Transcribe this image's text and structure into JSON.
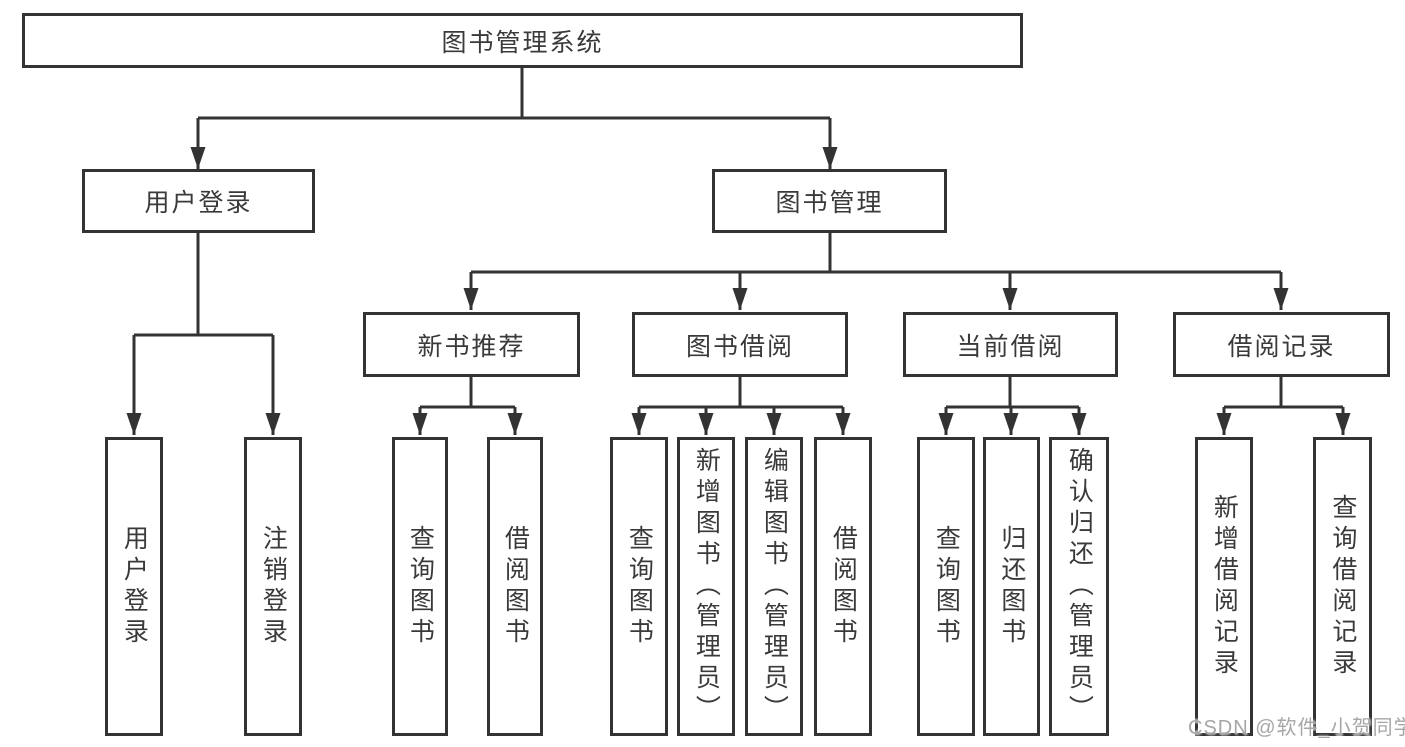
{
  "diagram": {
    "root": {
      "label": "图书管理系统"
    },
    "level2": [
      {
        "id": "user-login",
        "label": "用户登录"
      },
      {
        "id": "book-management",
        "label": "图书管理"
      }
    ],
    "level3": [
      {
        "id": "new-book-recommend",
        "label": "新书推荐"
      },
      {
        "id": "book-borrowing",
        "label": "图书借阅"
      },
      {
        "id": "current-borrowing",
        "label": "当前借阅"
      },
      {
        "id": "borrowing-records",
        "label": "借阅记录"
      }
    ],
    "leaves": {
      "user_login": [
        {
          "label": "用户登录"
        },
        {
          "label": "注销登录"
        }
      ],
      "new_book_recommend": [
        {
          "label": "查询图书"
        },
        {
          "label": "借阅图书"
        }
      ],
      "book_borrowing": [
        {
          "label": "查询图书"
        },
        {
          "label": "新增图书（管理员）"
        },
        {
          "label": "编辑图书（管理员）"
        },
        {
          "label": "借阅图书"
        }
      ],
      "current_borrowing": [
        {
          "label": "查询图书"
        },
        {
          "label": "归还图书"
        },
        {
          "label": "确认归还（管理员）"
        }
      ],
      "borrowing_records": [
        {
          "label": "新增借阅记录"
        },
        {
          "label": "查询借阅记录"
        }
      ]
    },
    "colors": {
      "line": "#333333",
      "text": "#3a3a3a",
      "box_background": "#ffffff",
      "watermark_text": "#a6a6a6"
    },
    "watermark": "CSDN @软件_小贺同学"
  }
}
